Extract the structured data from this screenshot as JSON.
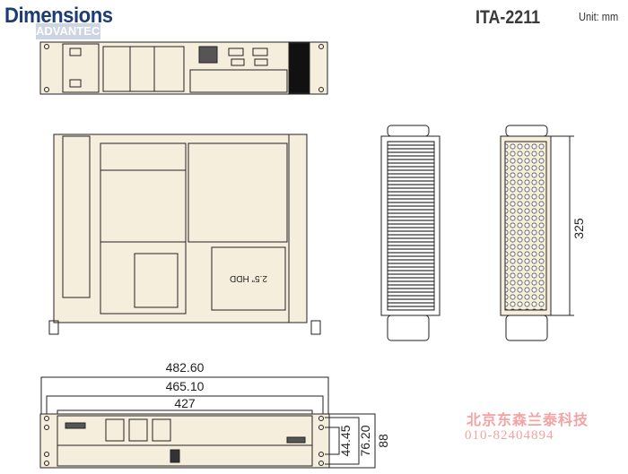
{
  "header": {
    "title": "Dimensions",
    "model": "ITA-2211",
    "unit": "Unit: mm"
  },
  "watermark": {
    "logo": "ADVANTECH",
    "company_cn": "北京东森兰泰科技",
    "phone": "010-82404894"
  },
  "drawings": {
    "top_view_label": "2.5\" HDD",
    "depth": "325",
    "width_overall": "482.60",
    "width_mount": "465.10",
    "width_chassis": "427",
    "height_rack_holes": "44.45",
    "height_76": "76.20",
    "height_overall": "88"
  },
  "colors": {
    "panel": "#f6eedc",
    "title": "#1c3d73",
    "watermark": "#f3a3a3"
  }
}
